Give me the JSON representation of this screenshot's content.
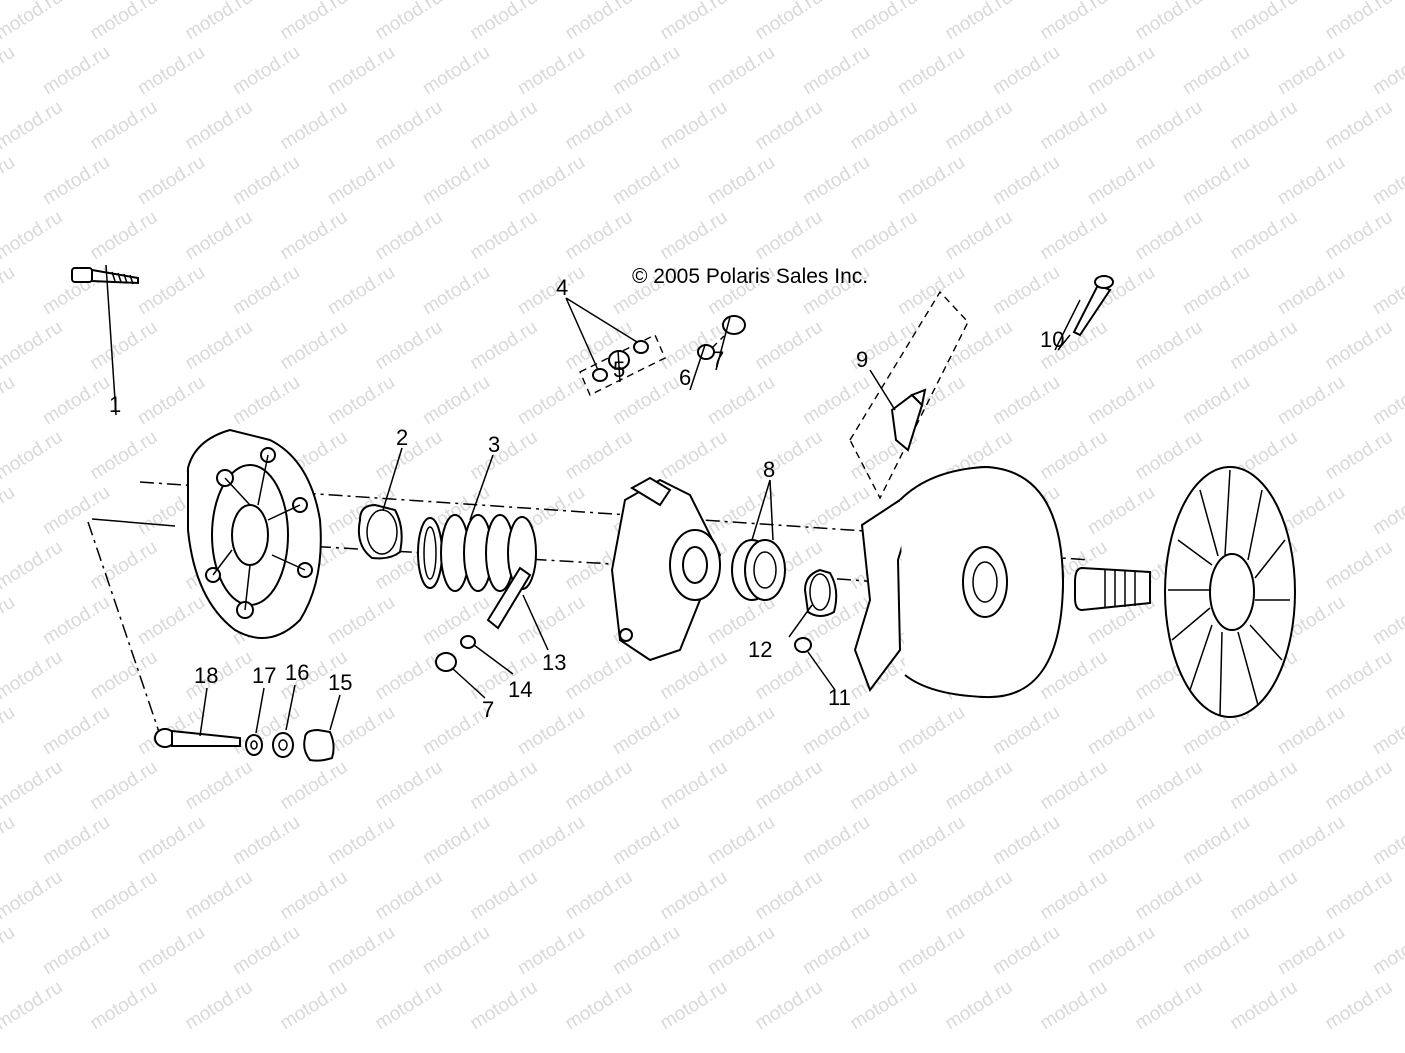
{
  "copyright": "© 2005 Polaris Sales Inc.",
  "watermark": "motod.ru",
  "callouts": [
    {
      "id": "c1",
      "label": "1"
    },
    {
      "id": "c2",
      "label": "2"
    },
    {
      "id": "c3",
      "label": "3"
    },
    {
      "id": "c4",
      "label": "4"
    },
    {
      "id": "c5",
      "label": "5"
    },
    {
      "id": "c6",
      "label": "6"
    },
    {
      "id": "c7a",
      "label": "7"
    },
    {
      "id": "c7b",
      "label": "7"
    },
    {
      "id": "c8",
      "label": "8"
    },
    {
      "id": "c9",
      "label": "9"
    },
    {
      "id": "c10",
      "label": "10"
    },
    {
      "id": "c11",
      "label": "11"
    },
    {
      "id": "c12",
      "label": "12"
    },
    {
      "id": "c13",
      "label": "13"
    },
    {
      "id": "c14",
      "label": "14"
    },
    {
      "id": "c15",
      "label": "15"
    },
    {
      "id": "c16",
      "label": "16"
    },
    {
      "id": "c17",
      "label": "17"
    },
    {
      "id": "c18",
      "label": "18"
    }
  ]
}
